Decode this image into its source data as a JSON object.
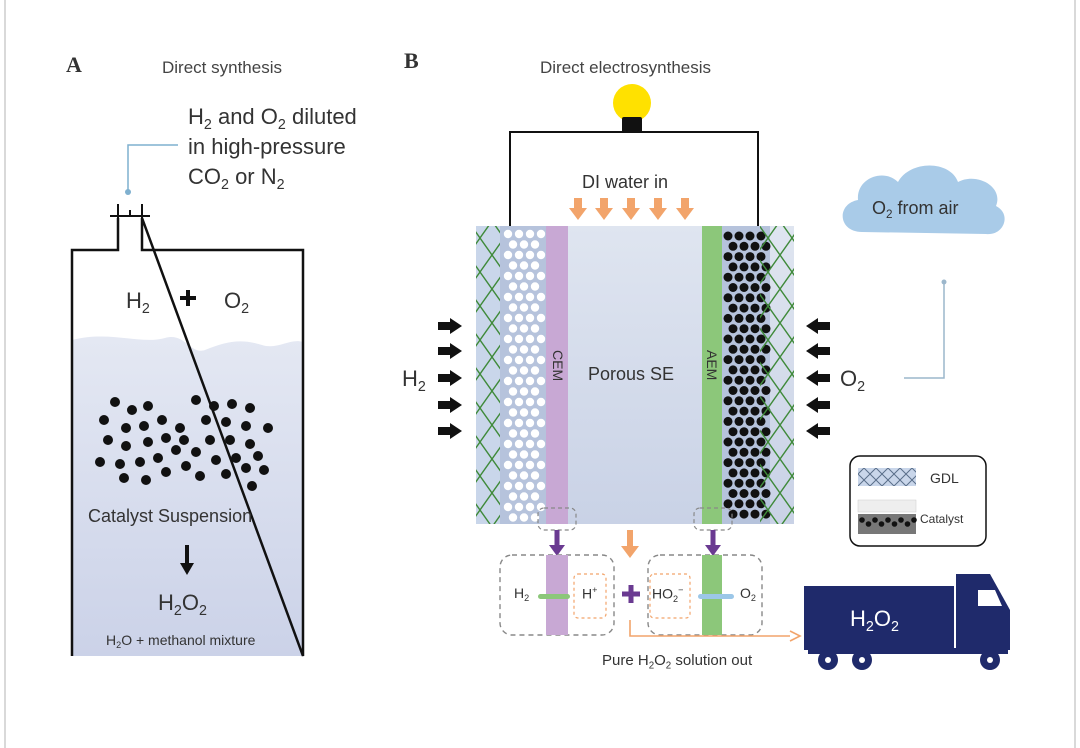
{
  "panel_a": {
    "letter": "A",
    "title": "Direct synthesis",
    "gas_line1_prefix": "H",
    "gas_line1_mid": " and O",
    "gas_line1_suffix": " diluted",
    "gas_sub": "2",
    "gas_line2": "in high-pressure",
    "gas_line3_prefix": "CO",
    "gas_line3_suffix": " or N",
    "h2_label": "H",
    "plus": "+",
    "o2_label": "O",
    "catalyst_label": "Catalyst Suspension",
    "product_label_main": "H",
    "product_label_mid": "O",
    "mixture_label_a": "H",
    "mixture_label_b": "O + methanol mixture",
    "colors": {
      "liquid": "#dde2f0",
      "particle": "#111111"
    }
  },
  "panel_b": {
    "letter": "B",
    "title": "Direct electrosynthesis",
    "water_in": "DI water in",
    "o2_from_air_prefix": "O",
    "o2_from_air_suffix": " from air",
    "h2_feed": "H",
    "o2_feed": "O",
    "cem": "CEM",
    "aem": "AEM",
    "porous_se": "Porous SE",
    "legend_gdl": "GDL",
    "legend_catalyst": "Catalyst",
    "reaction_h2": "H",
    "reaction_hplus": "H",
    "reaction_ho2": "HO",
    "reaction_o2": "O",
    "plus": "+",
    "out_prefix": "Pure H",
    "out_mid": "O",
    "out_suffix": " solution out",
    "truck_label_h": "H",
    "truck_label_o": "O",
    "colors": {
      "cem": "#c8a8d4",
      "aem": "#8cc77a",
      "se": "#d5dceb",
      "arrow_orange": "#f2a46b",
      "arrow_purple": "#6a3a91",
      "truck": "#1f2a6b",
      "cloud": "#a9cbe8",
      "bulb": "#ffe100"
    }
  }
}
